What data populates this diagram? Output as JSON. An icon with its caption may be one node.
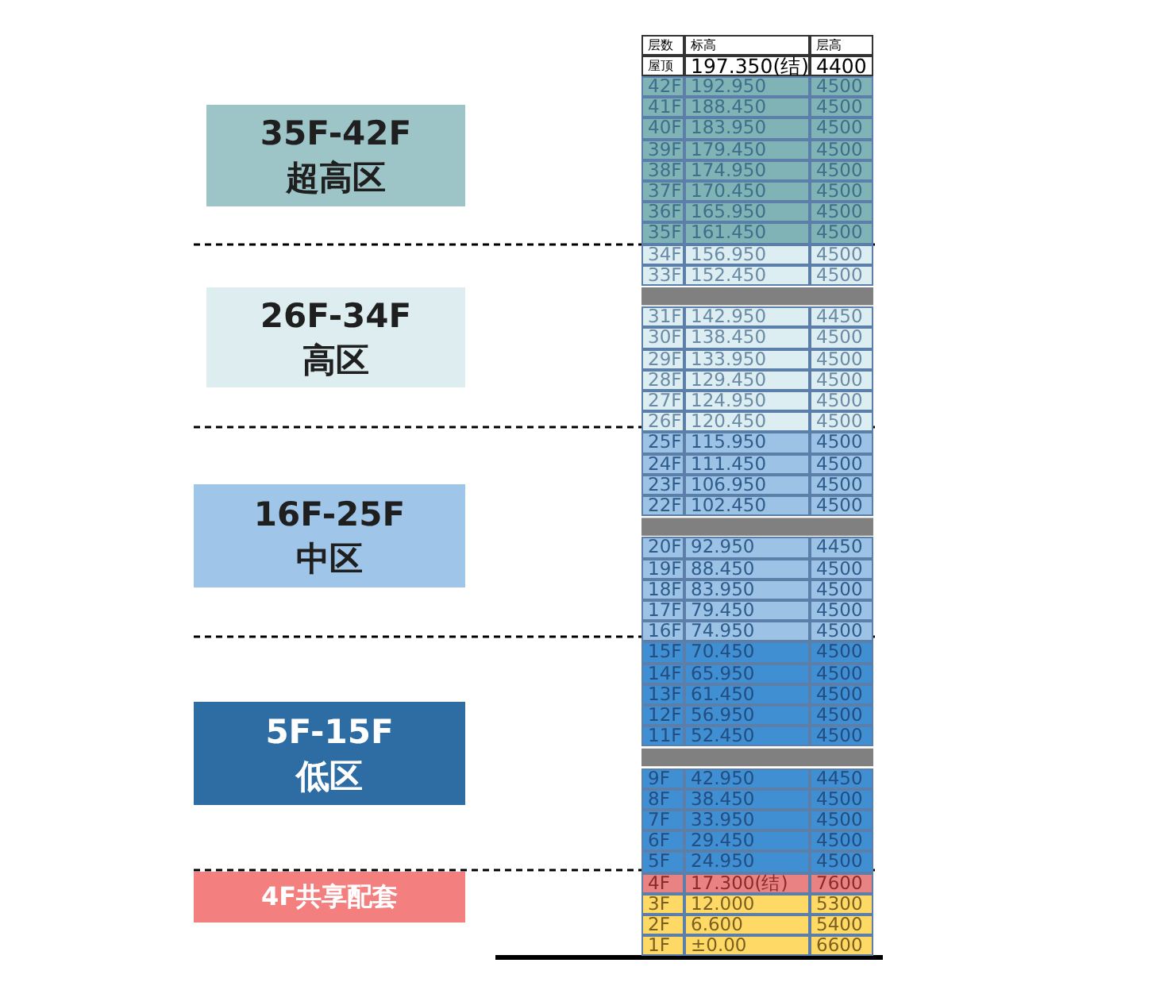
{
  "diagram": {
    "nodes": [
      {
        "text": [
          "35F-42F",
          "超高区"
        ]
      },
      {
        "text": [
          "26F-34F",
          "高区"
        ]
      },
      {
        "text": [
          "16F-25F",
          "中区"
        ]
      },
      {
        "text": [
          "5F-15F",
          "低区"
        ]
      },
      {
        "text": [
          "4F共享配套"
        ]
      }
    ],
    "edges": [],
    "labels": [
      "层数",
      "标高",
      "层高",
      "屋顶",
      "197.350(结)",
      "4400",
      "42F",
      "192.950",
      "4500",
      "41F",
      "188.450",
      "4500",
      "40F",
      "183.950",
      "4500",
      "39F",
      "179.450",
      "4500",
      "38F",
      "174.950",
      "4500",
      "37F",
      "170.450",
      "4500",
      "36F",
      "165.950",
      "4500",
      "35F",
      "161.450",
      "4500",
      "34F",
      "156.950",
      "4500",
      "33F",
      "152.450",
      "4500",
      "31F",
      "142.950",
      "4450",
      "30F",
      "138.450",
      "4500",
      "29F",
      "133.950",
      "4500",
      "28F",
      "129.450",
      "4500",
      "27F",
      "124.950",
      "4500",
      "26F",
      "120.450",
      "4500",
      "25F",
      "115.950",
      "4500",
      "24F",
      "111.450",
      "4500",
      "23F",
      "106.950",
      "4500",
      "22F",
      "102.450",
      "4500",
      "20F",
      "92.950",
      "4450",
      "19F",
      "88.450",
      "4500",
      "18F",
      "83.950",
      "4500",
      "17F",
      "79.450",
      "4500",
      "16F",
      "74.950",
      "4500",
      "15F",
      "70.450",
      "4500",
      "14F",
      "65.950",
      "4500",
      "13F",
      "61.450",
      "4500",
      "12F",
      "56.950",
      "4500",
      "11F",
      "52.450",
      "4500",
      "9F",
      "42.950",
      "4450",
      "8F",
      "38.450",
      "4500",
      "7F",
      "33.950",
      "4500",
      "6F",
      "29.450",
      "4500",
      "5F",
      "24.950",
      "4500",
      "4F",
      "17.300(结)",
      "7600",
      "3F",
      "12.000",
      "5300",
      "2F",
      "6.600",
      "5400",
      "1F",
      "±0.00",
      "6600"
    ]
  }
}
